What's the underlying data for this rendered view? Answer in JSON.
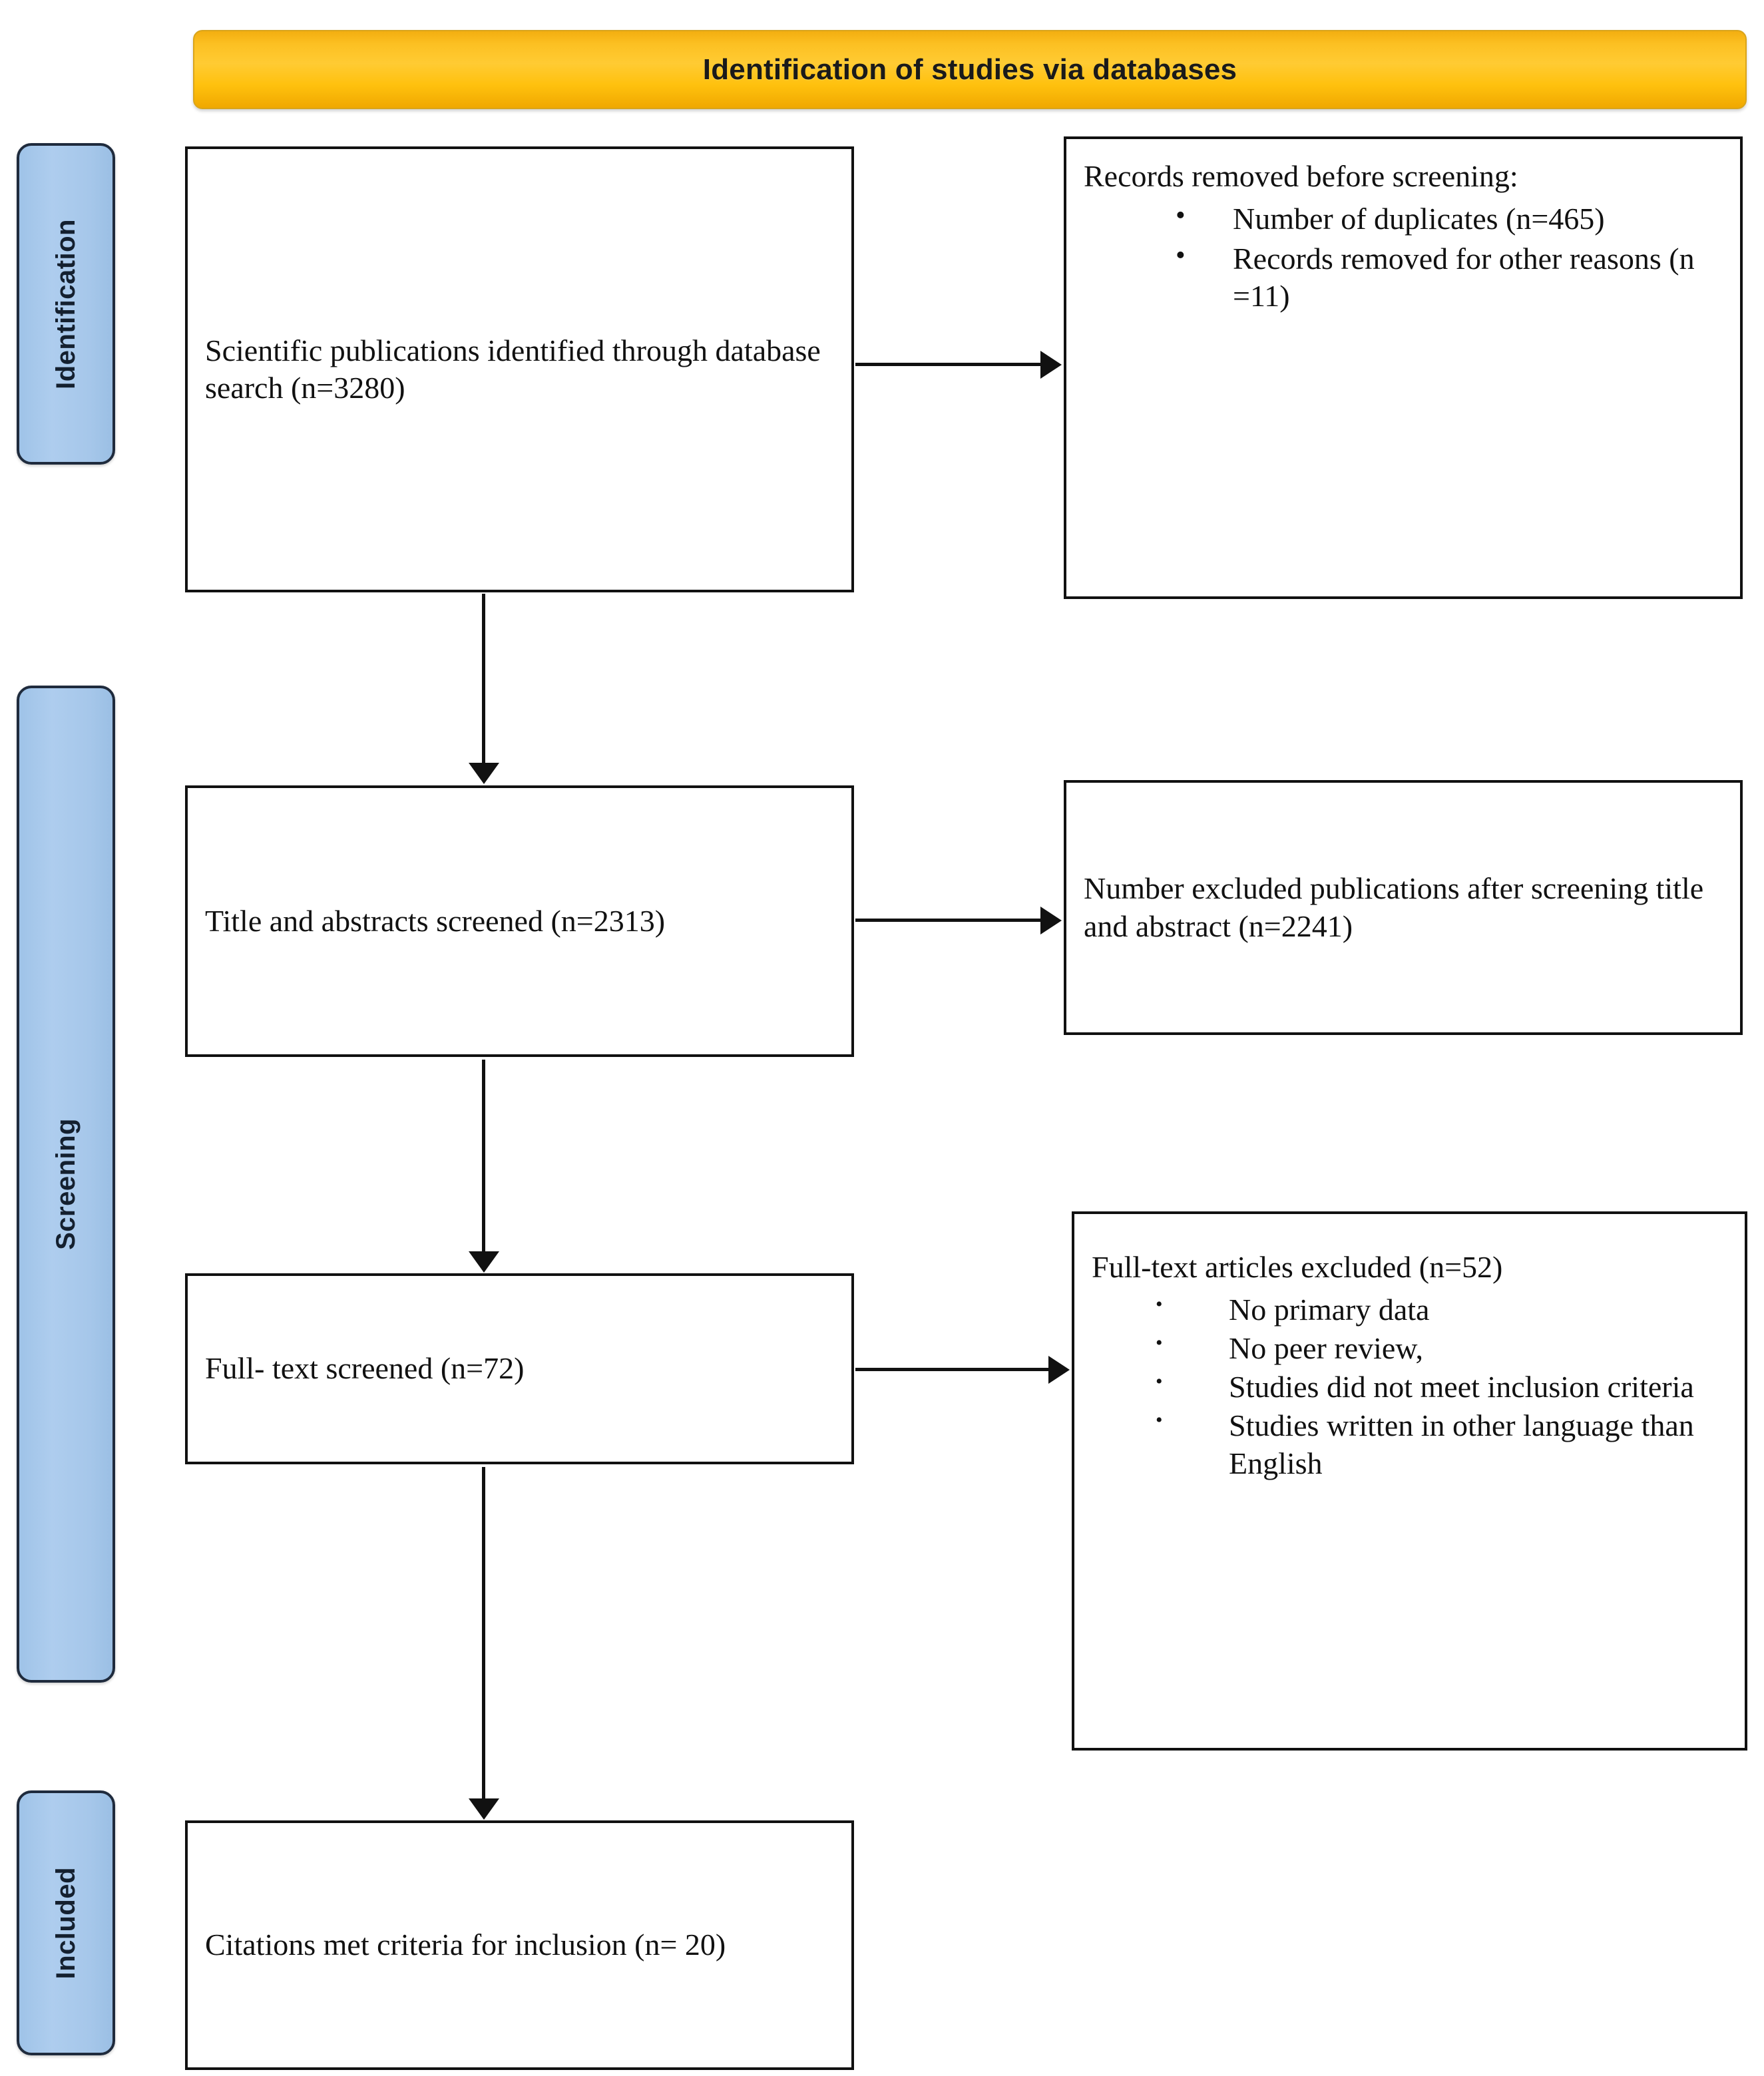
{
  "banner": {
    "title": "Identification of studies via databases",
    "color": "#ffc10e"
  },
  "phases": [
    {
      "id": "identification",
      "label": "Identification"
    },
    {
      "id": "screening",
      "label": "Screening"
    },
    {
      "id": "included",
      "label": "Included"
    }
  ],
  "boxes": {
    "identified": {
      "text": "Scientific publications identified through database search (n=3280)"
    },
    "removed": {
      "lead": "Records removed before screening:",
      "bullets": [
        "Number of duplicates (n=465)",
        "Records removed for other reasons (n =11)"
      ]
    },
    "screened": {
      "text": "Title and abstracts screened (n=2313)"
    },
    "excluded_screen": {
      "text": "Number excluded publications after screening title and abstract (n=2241)"
    },
    "fulltext": {
      "text": "Full- text screened (n=72)"
    },
    "excluded_full": {
      "lead": "Full-text articles excluded (n=52)",
      "bullets": [
        "No primary data",
        "No peer review,",
        "Studies did not meet inclusion criteria",
        "Studies written in other language than English"
      ]
    },
    "included": {
      "text": "Citations met criteria for inclusion (n= 20)"
    }
  },
  "colors": {
    "banner_fill": "#ffc10e",
    "phase_fill": "#a6c7ea",
    "phase_border": "#1f2b3d",
    "box_border": "#111111",
    "arrow": "#111111"
  }
}
